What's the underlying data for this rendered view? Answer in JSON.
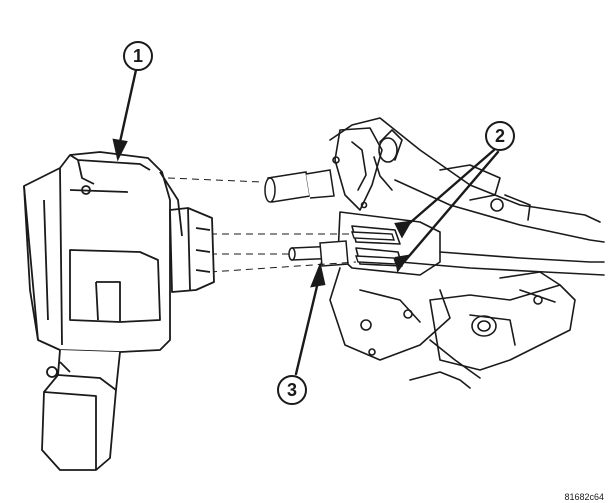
{
  "callouts": [
    {
      "number": "1"
    },
    {
      "number": "2"
    },
    {
      "number": "3"
    }
  ],
  "figure_id": "81682c64",
  "colors": {
    "line": "#1a1a1a",
    "background": "#ffffff"
  }
}
